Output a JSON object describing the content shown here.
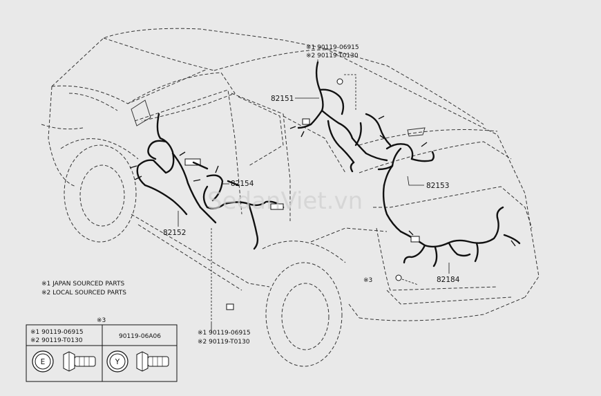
{
  "part_labels": {
    "p82151": "82151",
    "p82152": "82152",
    "p82153": "82153",
    "p82154": "82154",
    "p82184": "82184"
  },
  "bolt_top": {
    "line1": "※1 90119-06915",
    "line2": "※2 90119-T0130"
  },
  "bolt_bottom": {
    "line1": "※1 90119-06915",
    "line2": "※2 90119-T0130"
  },
  "mark3_label": "※3",
  "legend": {
    "line1": "※1 JAPAN SOURCED PARTS",
    "line2": "※2 LOCAL SOURCED PARTS"
  },
  "table": {
    "header": "※3",
    "left_line1": "※1  90119-06915",
    "left_line2": "※2  90119-T0130",
    "right_part": "90119-06A06",
    "left_symbol": "E",
    "right_symbol": "Y"
  },
  "watermark": "SedanViet.vn"
}
